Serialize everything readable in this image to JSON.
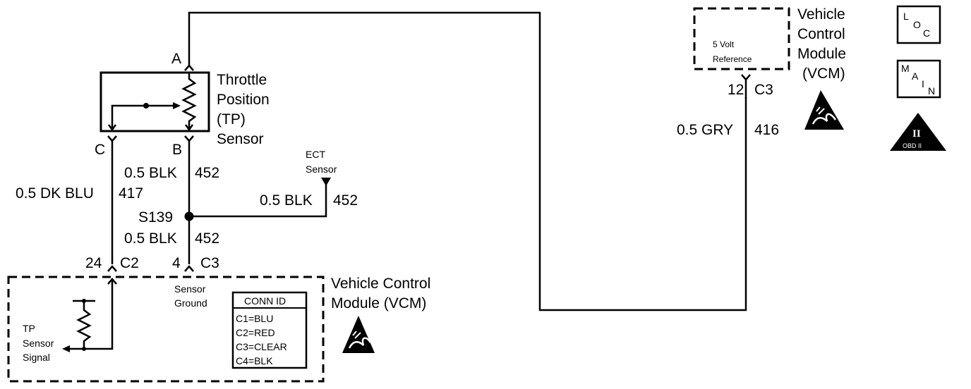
{
  "tp_sensor": {
    "label_lines": [
      "Throttle",
      "Position",
      "(TP)",
      "Sensor"
    ],
    "pin_a": "A",
    "pin_b": "B",
    "pin_c": "C"
  },
  "wires": {
    "blk_452_upper_size": "0.5 BLK",
    "blk_452_upper_circuit": "452",
    "dkblu_size": "0.5 DK BLU",
    "dkblu_circuit": "417",
    "blk_452_lower_size": "0.5 BLK",
    "blk_452_lower_circuit": "452",
    "blk_452_ect_size": "0.5 BLK",
    "blk_452_ect_circuit": "452",
    "gry_size": "0.5 GRY",
    "gry_circuit": "416"
  },
  "splice": {
    "label": "S139"
  },
  "ect": {
    "label_line1": "ECT",
    "label_line2": "Sensor"
  },
  "vcm_bottom": {
    "pin_24": "24",
    "conn_c2": "C2",
    "pin_4": "4",
    "conn_c3": "C3",
    "label_line1": "Vehicle Control",
    "label_line2": "Module (VCM)",
    "sensor_ground_line1": "Sensor",
    "sensor_ground_line2": "Ground",
    "tp_signal_lines": [
      "TP",
      "Sensor",
      "Signal"
    ],
    "conn_id": {
      "title": "CONN ID",
      "rows": [
        "C1=BLU",
        "C2=RED",
        "C3=CLEAR",
        "C4=BLK"
      ]
    }
  },
  "vcm_top": {
    "label_lines": [
      "Vehicle",
      "Control",
      "Module",
      "(VCM)"
    ],
    "ref_line1": "5 Volt",
    "ref_line2": "Reference",
    "pin": "12",
    "conn": "C3"
  },
  "icons": {
    "loc": [
      "L",
      "O",
      "C"
    ],
    "main": [
      "M",
      "A",
      "I",
      "N"
    ],
    "obd_top": "II",
    "obd_bottom": "OBD II"
  }
}
